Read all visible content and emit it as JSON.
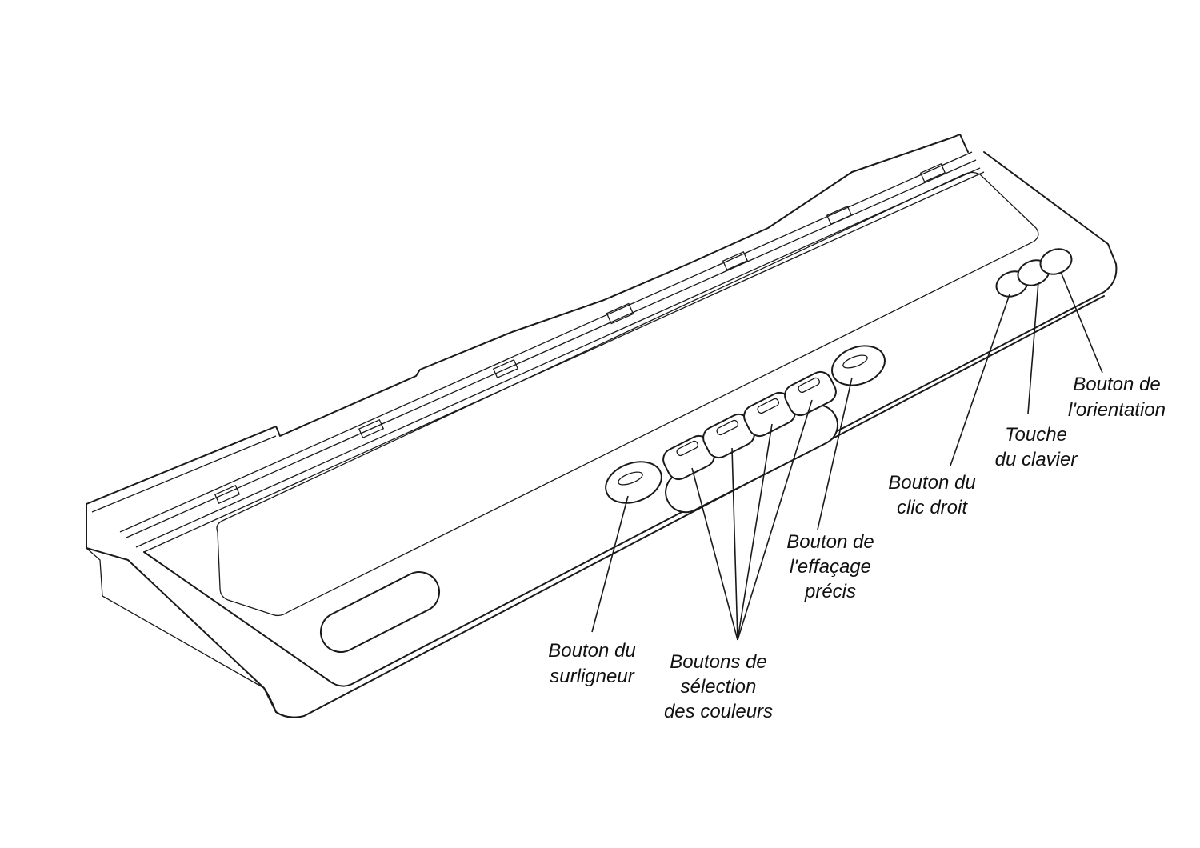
{
  "labels": {
    "orientation": [
      "Bouton de",
      "l'orientation"
    ],
    "keyboard": [
      "Touche",
      "du clavier"
    ],
    "right_click": [
      "Bouton du",
      "clic droit"
    ],
    "precise_eraser": [
      "Bouton de",
      "l'effaçage",
      "précis"
    ],
    "highlighter": [
      "Bouton du",
      "surligneur"
    ],
    "color_select": [
      "Boutons de",
      "sélection",
      "des couleurs"
    ]
  }
}
